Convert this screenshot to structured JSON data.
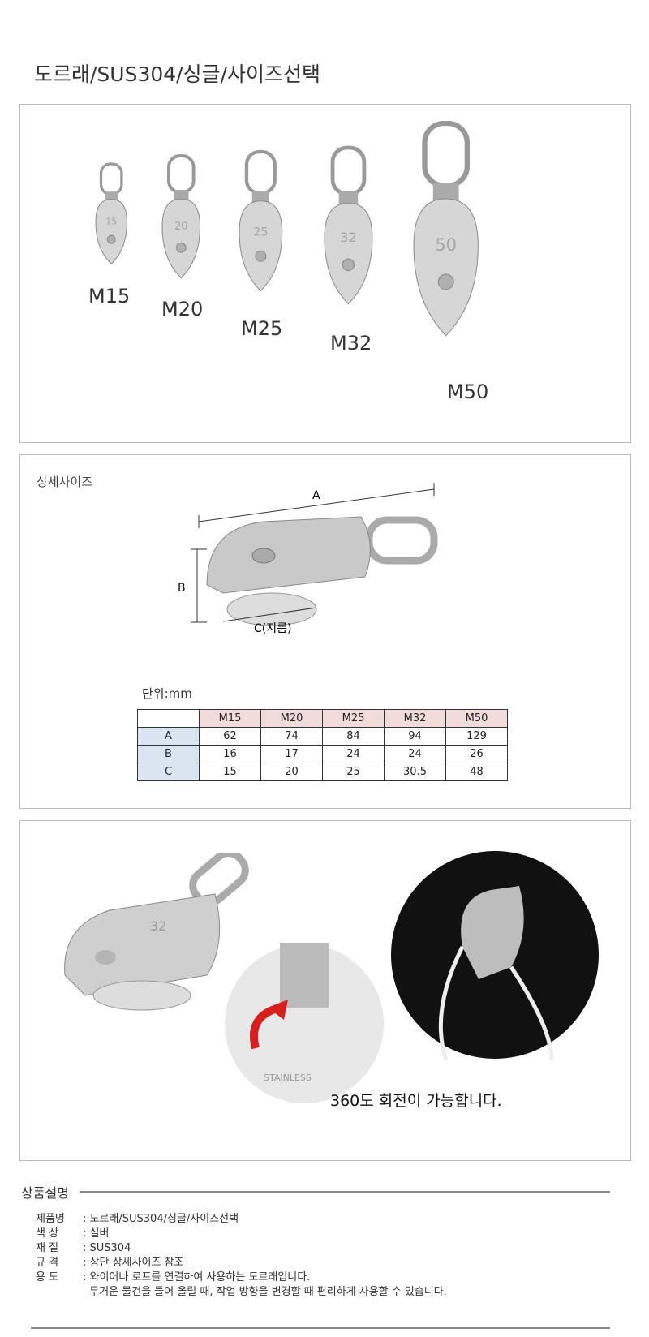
{
  "title": "도르래/SUS304/싱글/사이즈선택",
  "sizes": [
    "M15",
    "M20",
    "M25",
    "M32",
    "M50"
  ],
  "plate_numbers": [
    "15",
    "20",
    "25",
    "32",
    "50"
  ],
  "plate_brand": "STAINLESS",
  "detail": {
    "heading": "상세사이즈",
    "dim_labels": {
      "a": "A",
      "b": "B",
      "c": "C(지름)"
    },
    "unit": "단위:mm",
    "table": {
      "columns": [
        "M15",
        "M20",
        "M25",
        "M32",
        "M50"
      ],
      "rows": [
        {
          "label": "A",
          "values": [
            "62",
            "74",
            "84",
            "94",
            "129"
          ]
        },
        {
          "label": "B",
          "values": [
            "16",
            "17",
            "24",
            "24",
            "26"
          ]
        },
        {
          "label": "C",
          "values": [
            "15",
            "20",
            "25",
            "30.5",
            "48"
          ]
        }
      ]
    }
  },
  "feature": {
    "caption": "360도 회전이 가능합니다.",
    "brand": "STAINLESS",
    "plate": "32"
  },
  "description": {
    "heading": "상품설명",
    "rows": [
      {
        "key": "제품명",
        "value": ": 도르래/SUS304/싱글/사이즈선택"
      },
      {
        "key": "색 상",
        "value": ": 실버"
      },
      {
        "key": "재 질",
        "value": ": SUS304"
      },
      {
        "key": "규 격",
        "value": ": 상단 상세사이즈 참조"
      },
      {
        "key": "용 도",
        "value": ": 와이어나 로프를 연결하여 사용하는 도르래입니다."
      },
      {
        "key": "",
        "value": "  무거운 물건을 들어 올릴 때, 작업 방향을 변경할 때 편리하게 사용할 수 있습니다."
      }
    ]
  }
}
